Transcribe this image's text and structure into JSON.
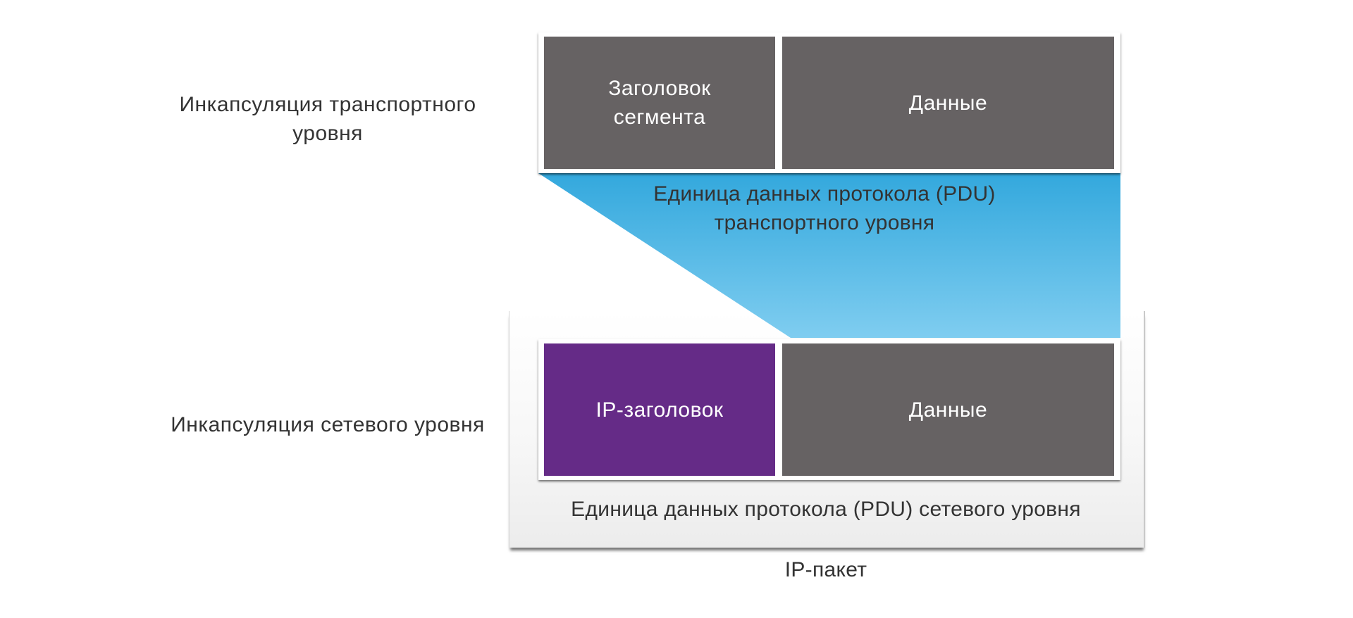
{
  "layers": {
    "transport_label": "Инкапсуляция транспортного уровня",
    "network_label": "Инкапсуляция сетевого уровня"
  },
  "transport": {
    "header": "Заголовок сегмента",
    "data": "Данные",
    "pdu_caption": "Единица данных протокола (PDU) транспортного уровня"
  },
  "network": {
    "header": "IP-заголовок",
    "data": "Данные",
    "pdu_caption": "Единица данных протокола (PDU) сетевого уровня",
    "packet_label": "IP-пакет"
  },
  "colors": {
    "block_gray": "#666263",
    "ip_header_purple": "#652b87",
    "funnel_blue_top": "#33a8dd",
    "funnel_blue_bottom": "#7fcdf0",
    "text_dark": "#333333"
  }
}
